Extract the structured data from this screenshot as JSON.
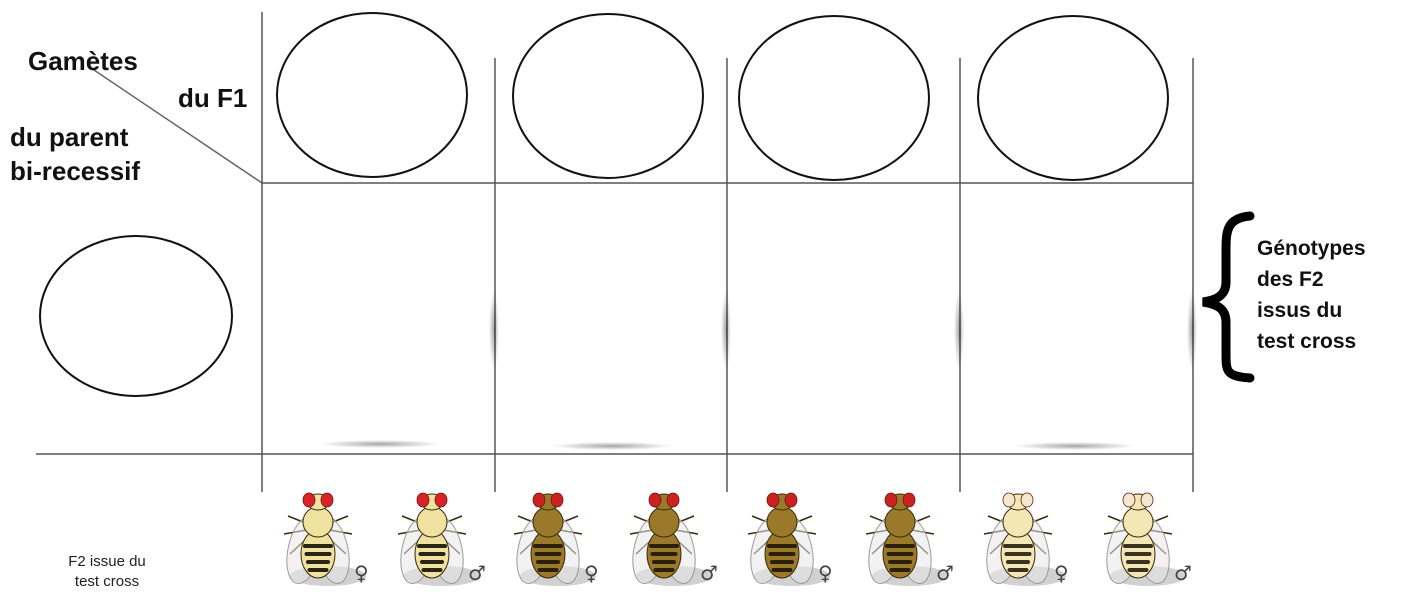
{
  "header": {
    "gametes_label": "Gamètes",
    "f1_label": "du F1",
    "parent_label_line1": "du parent",
    "parent_label_line2": "bi-recessif"
  },
  "genotypes_note": {
    "line1": "Génotypes",
    "line2": "des F2",
    "line3": "issus du",
    "line4": "test cross"
  },
  "footer": {
    "line1": "F2 issue du",
    "line2": "test cross"
  },
  "flies": [
    {
      "sex": "♀",
      "phenotype": "pale-red-eyes"
    },
    {
      "sex": "♂",
      "phenotype": "pale-red-eyes"
    },
    {
      "sex": "♀",
      "phenotype": "dark-red-eyes"
    },
    {
      "sex": "♂",
      "phenotype": "dark-red-eyes"
    },
    {
      "sex": "♀",
      "phenotype": "dark-red-eyes"
    },
    {
      "sex": "♂",
      "phenotype": "dark-red-eyes"
    },
    {
      "sex": "♀",
      "phenotype": "pale-white-eyes"
    },
    {
      "sex": "♂",
      "phenotype": "pale-white-eyes"
    }
  ]
}
